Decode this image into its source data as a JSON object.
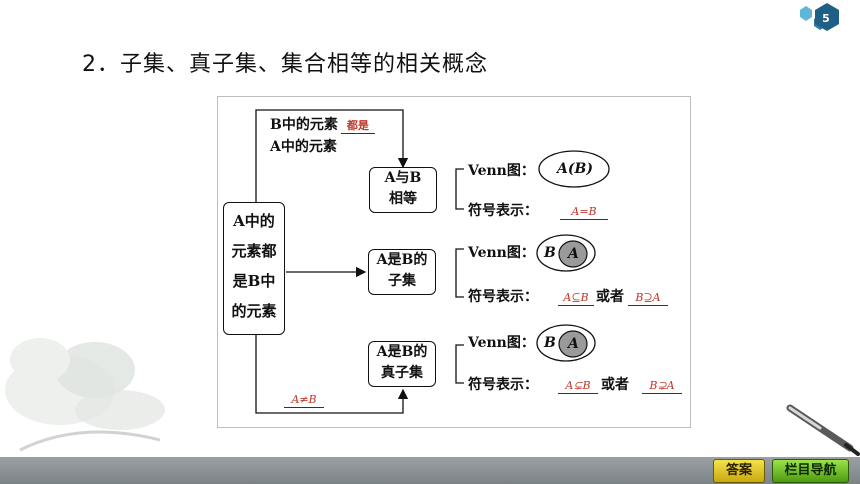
{
  "heading": "2．子集、真子集、集合相等的相关概念",
  "page_number": "5",
  "diagram": {
    "condition_line1": "B中的元素",
    "condition_blank": "都是",
    "condition_line2": "A中的元素",
    "left_box": [
      "A中的",
      "元素都",
      "是B中",
      "的元素"
    ],
    "equal_box": [
      "A与B",
      "相等"
    ],
    "subset_box": [
      "A是B的",
      "子集"
    ],
    "proper_box": [
      "A是B的",
      "真子集"
    ],
    "neq_label": "A≠B",
    "venn_label": "Venn图：",
    "symbol_label": "符号表示：",
    "or_label": "或者",
    "venn_equal": "A(B)",
    "venn_b": "B",
    "venn_a": "A",
    "equal_symbol": "A=B",
    "subset_symbol1": "A⊆B",
    "subset_symbol2": "B⊇A",
    "proper_symbol1": "A⊊B",
    "proper_symbol2": "B⊋A"
  },
  "footer": {
    "answer_button": "答案",
    "nav_button": "栏目导航"
  }
}
